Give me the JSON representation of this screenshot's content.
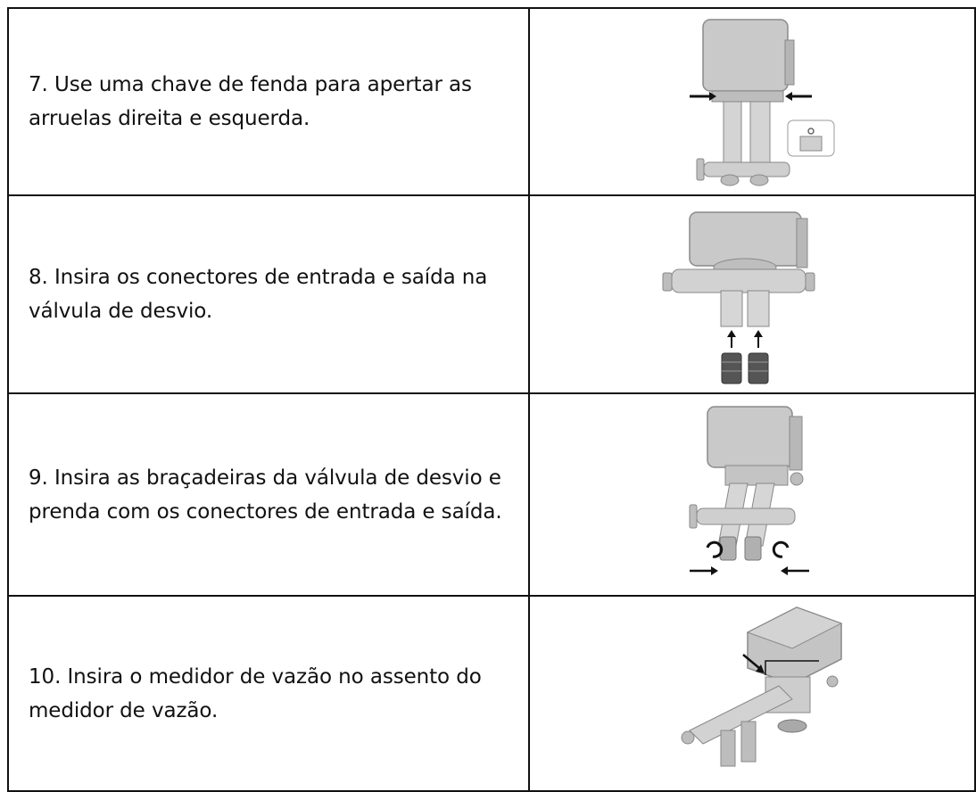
{
  "steps": [
    {
      "number": "7",
      "text": "7. Use uma chave de fenda para apertar as arruelas direita e esquerda.",
      "illustration": "valve-washers-tighten"
    },
    {
      "number": "8",
      "text": "8. Insira os conectores de entrada e saída na válvula de desvio.",
      "illustration": "bypass-connectors-insert"
    },
    {
      "number": "9",
      "text": "9. Insira as braçadeiras da válvula de desvio e prenda com os conectores de entrada e saída.",
      "illustration": "bypass-clamps-secure"
    },
    {
      "number": "10",
      "text": "10. Insira o medidor de vazão no assento do medidor de vazão.",
      "illustration": "flow-meter-insert"
    }
  ]
}
